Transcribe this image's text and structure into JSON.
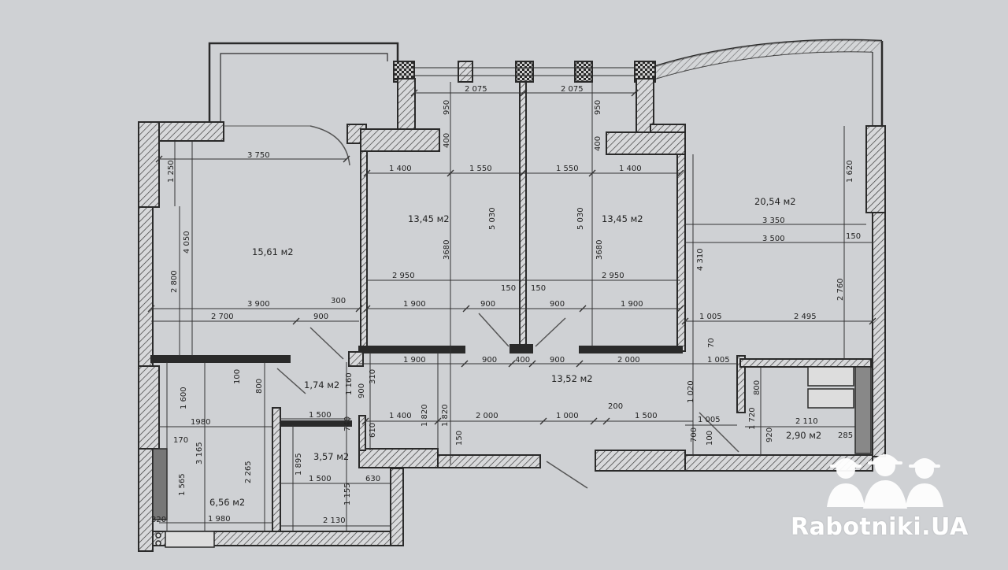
{
  "areas": {
    "bedroom_left": "15,61 м2",
    "bedroom_mid_left": "13,45 м2",
    "bedroom_mid_right": "13,45 м2",
    "living_right": "20,54 м2",
    "hall_small": "1,74 м2",
    "corridor": "13,52 м2",
    "bathroom": "3,57 м2",
    "kitchen": "6,56 м2",
    "storage_right": "2,90 м2"
  },
  "dims": {
    "d_2075_a": "2 075",
    "d_2075_b": "2 075",
    "d_950_a": "950",
    "d_950_b": "950",
    "d_400_a": "400",
    "d_400_b": "400",
    "d_3750": "3 750",
    "d_1250": "1 250",
    "d_4050": "4 050",
    "d_2800": "2 800",
    "d_1400_a": "1 400",
    "d_1550_a": "1 550",
    "d_1550_b": "1 550",
    "d_1400_b": "1 400",
    "d_5030_a": "5 030",
    "d_5030_b": "5 030",
    "d_3680_a": "3680",
    "d_3680_b": "3680",
    "d_2950_a": "2 950",
    "d_2950_b": "2 950",
    "d_150_a": "150",
    "d_150_b": "150",
    "d_3900": "3 900",
    "d_300": "300",
    "d_1900_a": "1 900",
    "d_900_a": "900",
    "d_900_b": "900",
    "d_1900_b": "1 900",
    "d_2700": "2 700",
    "d_900_c": "900",
    "d_1620": "1 620",
    "d_3350": "3 350",
    "d_3500": "3 500",
    "d_150_c": "150",
    "d_4310": "4 310",
    "d_2760": "2 760",
    "d_1005_a": "1 005",
    "d_2495": "2 495",
    "d_70": "70",
    "d_1005_b": "1 005",
    "d_1900_c": "1 900",
    "d_900_d": "900",
    "d_400_c": "400",
    "d_900_e": "900",
    "d_2000_a": "2 000",
    "d_100_a": "100",
    "d_800_a": "800",
    "d_310": "310",
    "d_900_f": "900",
    "d_1600": "1 600",
    "d_1980_a": "1980",
    "d_1500_a": "1 500",
    "d_1400_c": "1 400",
    "d_1820_a": "1 820",
    "d_1820_b": "1 820",
    "d_2000_b": "2 000",
    "d_1000": "1 000",
    "d_200": "200",
    "d_1500_b": "1 500",
    "d_1020": "1 020",
    "d_800_b": "800",
    "d_1720": "1 720",
    "d_2110": "2 110",
    "d_170": "170",
    "d_3165": "3 165",
    "d_610": "610",
    "d_740": "740",
    "d_1160": "1 160",
    "d_150_d": "150",
    "d_1005_c": "1 005",
    "d_700": "700",
    "d_100_b": "100",
    "d_920": "920",
    "d_285": "285",
    "d_1565": "1 565",
    "d_2265": "2 265",
    "d_1895": "1 895",
    "d_1500_c": "1 500",
    "d_630": "630",
    "d_1155": "1 155",
    "d_1980_b": "1 980",
    "d_2130": "2 130",
    "d_320": "320"
  },
  "watermark": {
    "text": "Rabotniki.UA",
    "icon": "three-workers-helmet-logo"
  },
  "colors": {
    "paper": "#cfd1d4",
    "wall": "#2a2a2a",
    "hatch": "#3a3a3a",
    "dimension": "#333333",
    "watermark": "#ffffff"
  }
}
